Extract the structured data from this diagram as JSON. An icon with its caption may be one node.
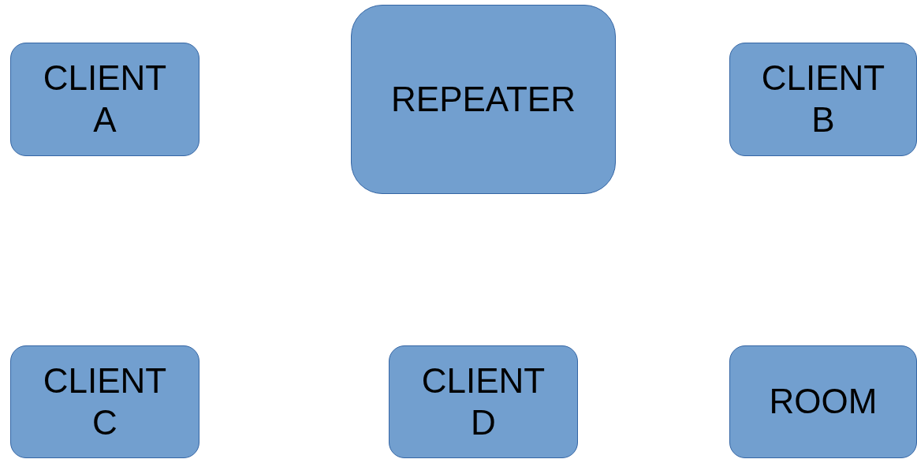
{
  "diagram": {
    "nodes": [
      {
        "text": [
          "CLIENT A"
        ]
      },
      {
        "text": [
          "REPEATER"
        ]
      },
      {
        "text": [
          "CLIENT B"
        ]
      },
      {
        "text": [
          "CLIENT C"
        ]
      },
      {
        "text": [
          "CLIENT D"
        ]
      },
      {
        "text": [
          "ROOM"
        ]
      }
    ]
  }
}
